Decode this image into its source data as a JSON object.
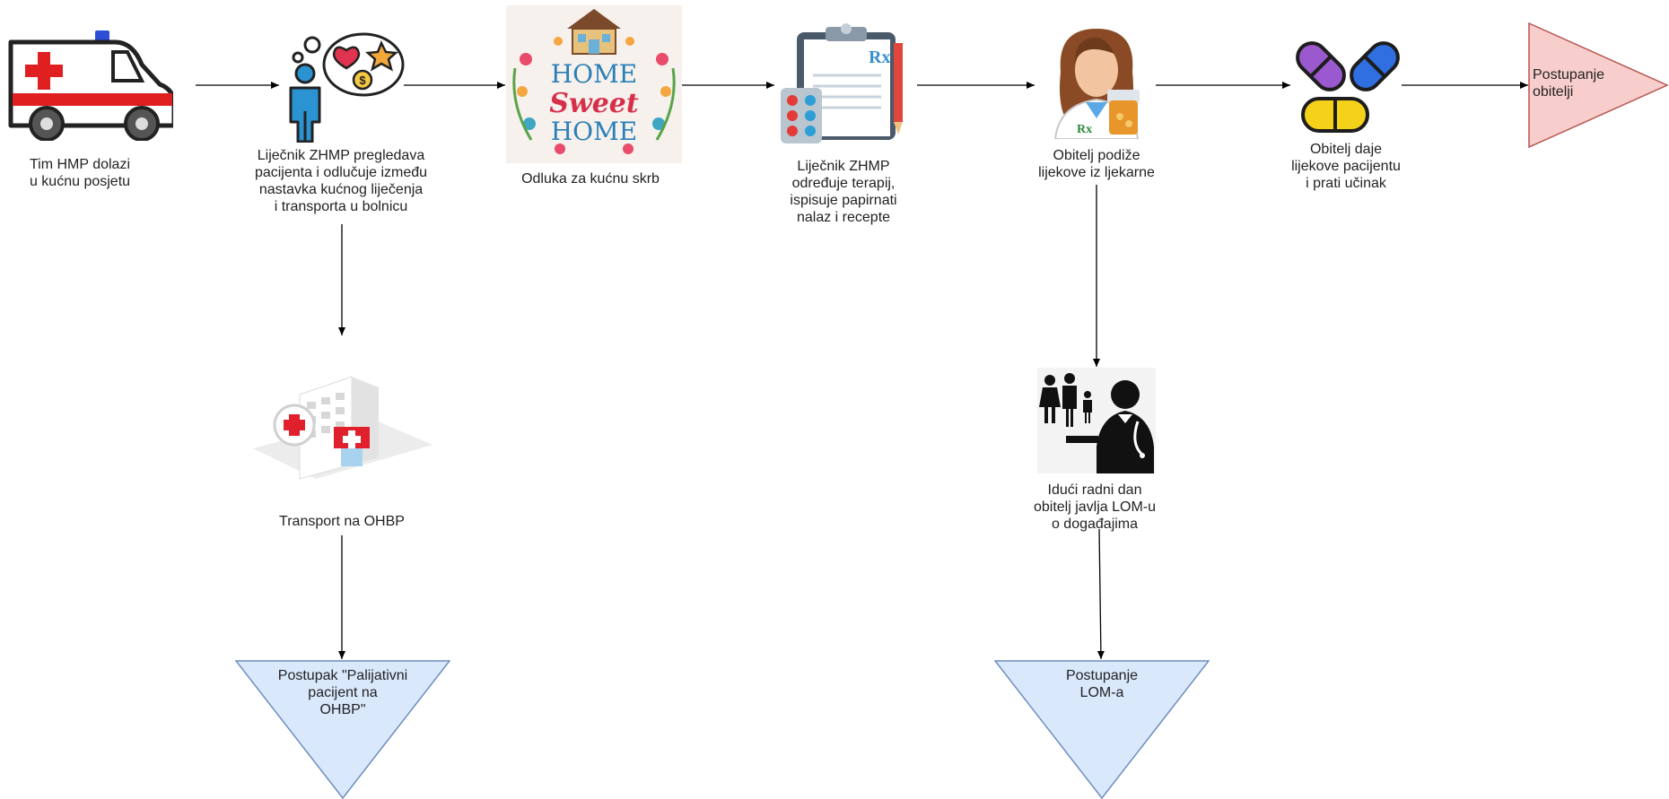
{
  "steps": {
    "s1": {
      "lines": [
        "Tim HMP dolazi",
        "u kućnu posjetu"
      ],
      "icon": "ambulance-icon"
    },
    "s2": {
      "lines": [
        "Liječnik ZHMP pregledava",
        "pacijenta i odlučuje između",
        "nastavka kućnog liječenja",
        "i transporta u bolnicu"
      ],
      "icon": "thinking-person-icon"
    },
    "s3": {
      "lines": [
        "Odluka za kućnu skrb"
      ],
      "icon": "home-sweet-home-icon",
      "sign": [
        "HOME",
        "Sweet",
        "HOME"
      ]
    },
    "s4": {
      "lines": [
        "Liječnik ZHMP",
        "određuje terapij,",
        "ispisuje papirnati",
        "nalaz i recepte"
      ],
      "icon": "prescription-clipboard-icon",
      "rx": "Rx"
    },
    "s5": {
      "lines": [
        "Obitelj podiže",
        "lijekove iz ljekarne"
      ],
      "icon": "pharmacist-icon",
      "rx": "Rx"
    },
    "s6": {
      "lines": [
        "Obitelj daje",
        "lijekove pacijentu",
        "i prati učinak"
      ],
      "icon": "pills-icon"
    },
    "hospital": {
      "lines": [
        "Transport na OHBP"
      ],
      "icon": "hospital-icon"
    },
    "lom": {
      "lines": [
        "Idući radni dan",
        "obitelj  javlja LOM-u",
        "o događajima"
      ],
      "icon": "family-doctor-icon"
    }
  },
  "terminals": {
    "family": {
      "lines": [
        "Postupanje",
        "obitelji"
      ],
      "fill": "#f8cecc",
      "stroke": "#b85450"
    },
    "palliative": {
      "lines": [
        "Postupak \"Palijativni",
        "pacijent na",
        "OHBP\""
      ],
      "fill": "#dae8fc",
      "stroke": "#6c8ebf"
    },
    "lom": {
      "lines": [
        "Postupanje",
        "LOM-a"
      ],
      "fill": "#dae8fc",
      "stroke": "#6c8ebf"
    }
  },
  "edges": [
    [
      "s1",
      "s2"
    ],
    [
      "s2",
      "s3"
    ],
    [
      "s3",
      "s4"
    ],
    [
      "s4",
      "s5"
    ],
    [
      "s5",
      "s6"
    ],
    [
      "s6",
      "family"
    ],
    [
      "s2",
      "hospital"
    ],
    [
      "hospital",
      "palliative"
    ],
    [
      "s5",
      "lom"
    ],
    [
      "lom",
      "lom-terminal"
    ]
  ],
  "colors": {
    "line": "#000000",
    "ambulance_red": "#e02020",
    "pill_purple": "#9b59d0",
    "pill_blue": "#2f6fe0",
    "pill_yellow": "#f5d21a"
  }
}
